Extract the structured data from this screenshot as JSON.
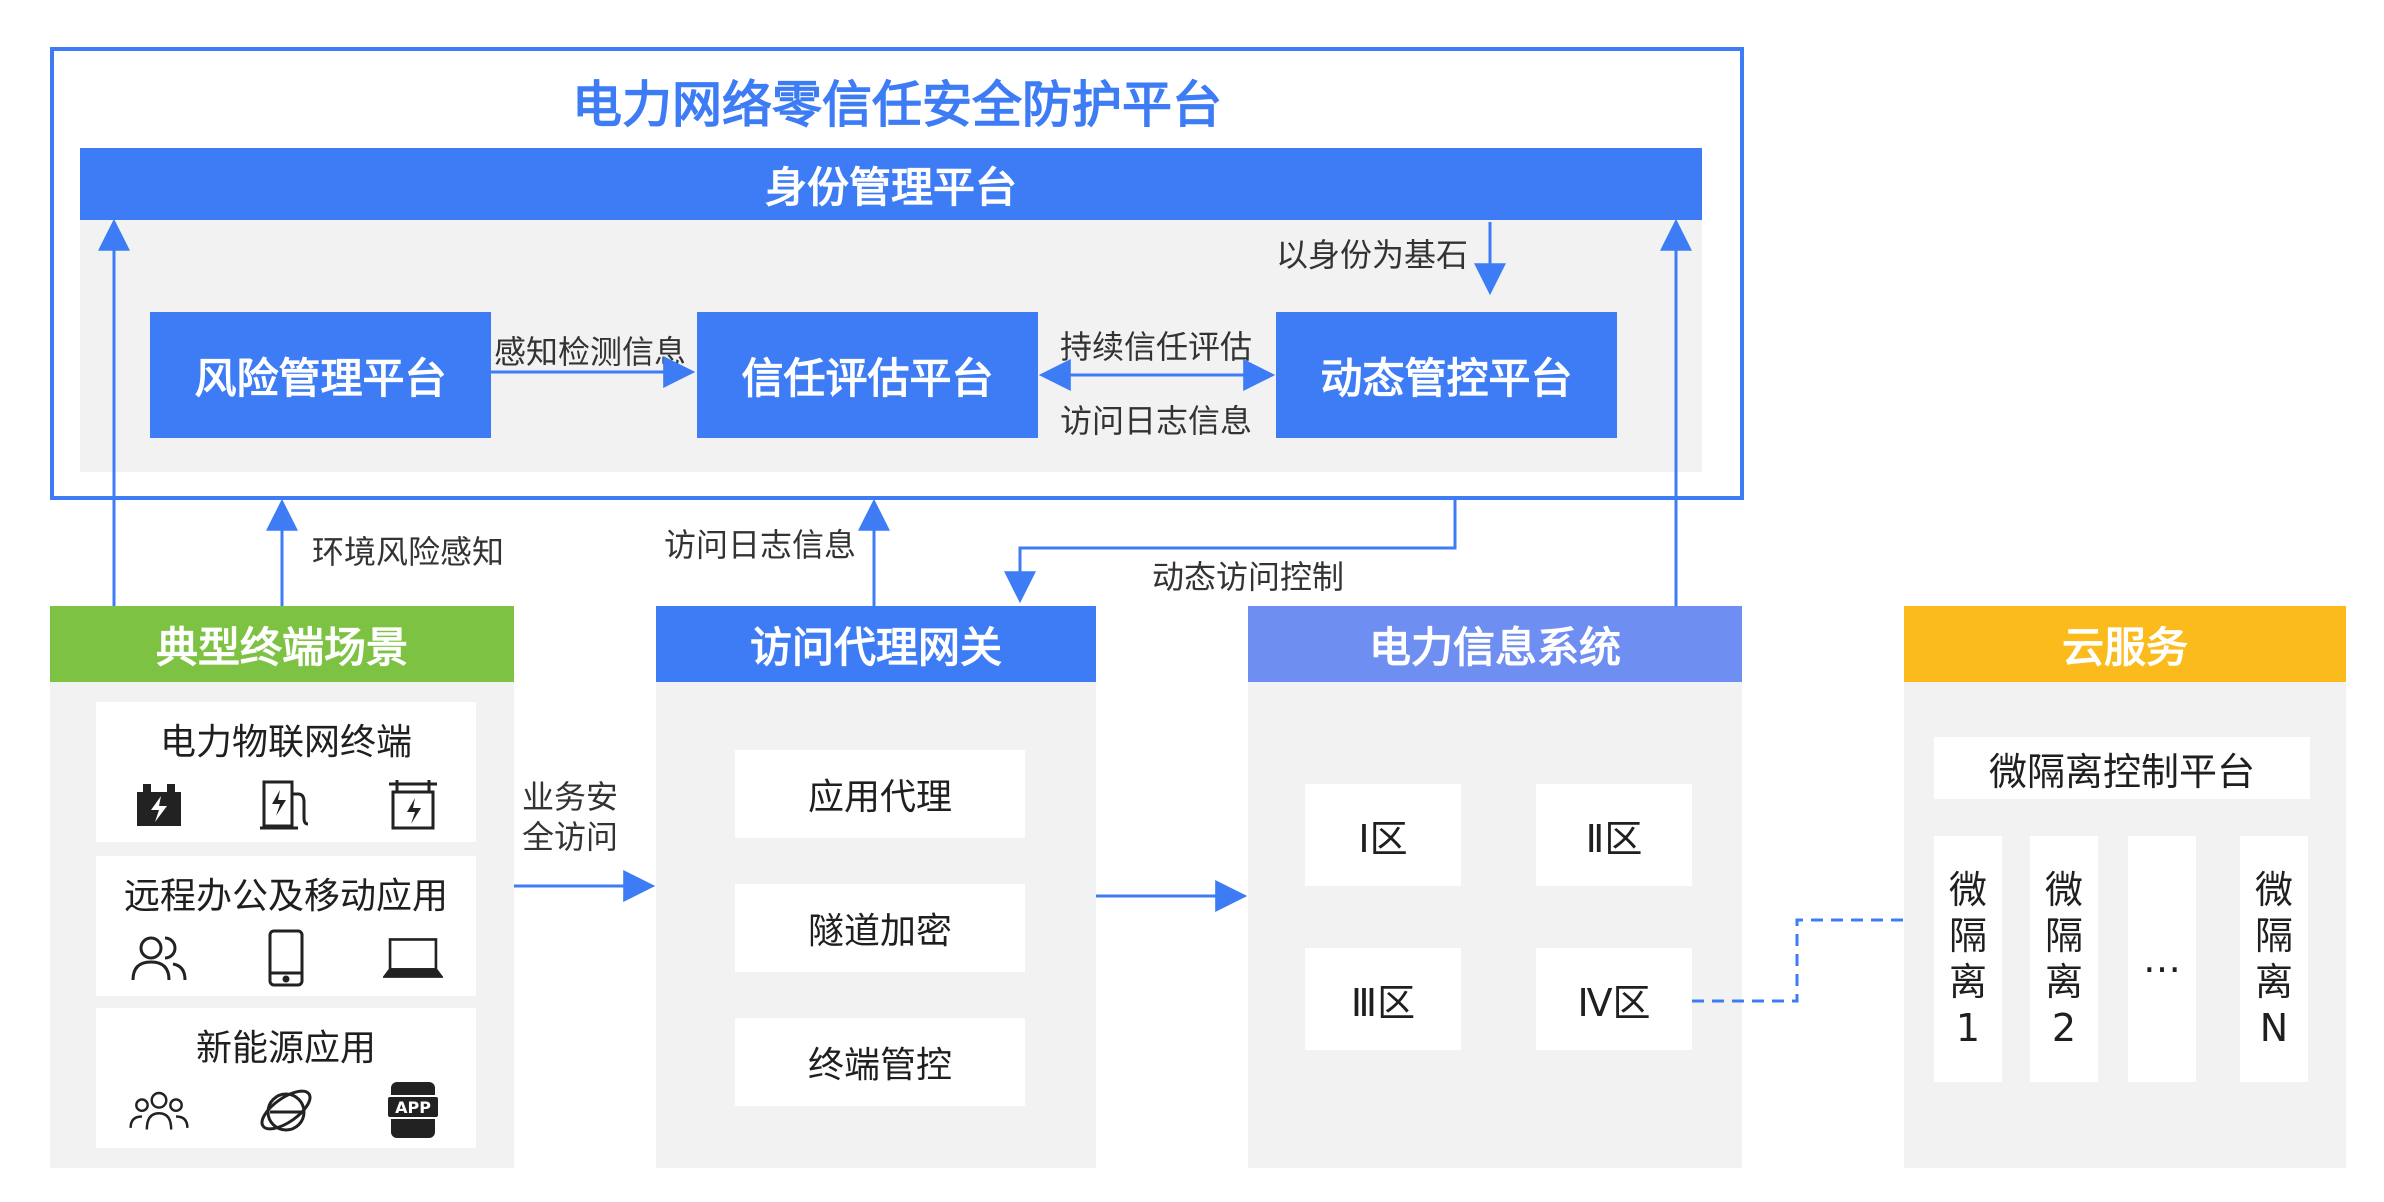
{
  "title": "电力网络零信任安全防护平台",
  "identity_platform": "身份管理平台",
  "platforms": {
    "risk": "风险管理平台",
    "trust": "信任评估平台",
    "control": "动态管控平台"
  },
  "labels": {
    "identity_base": "以身份为基石",
    "perception_info": "感知检测信息",
    "continuous_trust": "持续信任评估",
    "access_log_inner": "访问日志信息",
    "env_risk": "环境风险感知",
    "access_log_outer": "访问日志信息",
    "dynamic_access": "动态访问控制",
    "business_access_line1": "业务安",
    "business_access_line2": "全访问"
  },
  "terminal": {
    "header": "典型终端场景",
    "cards": [
      {
        "title": "电力物联网终端",
        "icons": [
          "battery-icon",
          "charging-station-icon",
          "power-terminal-icon"
        ]
      },
      {
        "title": "远程办公及移动应用",
        "icons": [
          "users-icon",
          "mobile-phone-icon",
          "laptop-icon"
        ]
      },
      {
        "title": "新能源应用",
        "icons": [
          "group-icon",
          "browser-icon",
          "app-icon"
        ]
      }
    ]
  },
  "gateway": {
    "header": "访问代理网关",
    "items": [
      "应用代理",
      "隧道加密",
      "终端管控"
    ]
  },
  "power_info": {
    "header": "电力信息系统",
    "zones": [
      "Ⅰ区",
      "Ⅱ区",
      "Ⅲ区",
      "Ⅳ区"
    ]
  },
  "cloud": {
    "header": "云服务",
    "platform": "微隔离控制平台",
    "columns": [
      "微\n隔\n离\n1",
      "微\n隔\n离\n2",
      "…",
      "微\n隔\n离\nN"
    ]
  },
  "colors": {
    "blue": "#3d7cf5",
    "green": "#7dc243",
    "lavender": "#6f8ef2",
    "orange": "#fbbb1d",
    "grey_panel": "#f2f2f2"
  }
}
